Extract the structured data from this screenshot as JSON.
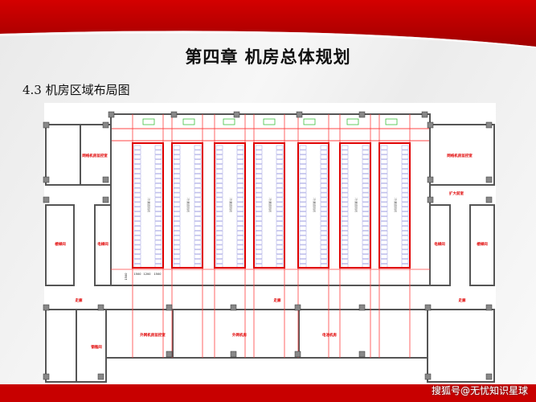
{
  "slide": {
    "chapter_title": "第四章   机房总体规划",
    "section_title": "4.3 机房区域布局图",
    "watermark": "搜狐号@无忧知识星球"
  },
  "colors": {
    "brand_red": "#c80000",
    "rack_outline": "#e00000",
    "rack_unit": "#9a9ae0",
    "wall": "#555555",
    "door": "#00b0d0",
    "grid_line": "#ff4040",
    "ac_unit": "#40c040"
  },
  "plan": {
    "rooms": {
      "top_left": "网络机房监控室",
      "top_right": "网络机房监控室",
      "left_stair": "楼梯间",
      "left_elevator": "电梯间",
      "right_lobby": "扩大前室",
      "right_elevator": "电梯间",
      "right_stair": "楼梯间",
      "corridor_left": "走廊",
      "corridor_mid": "走廊",
      "corridor_right": "走廊",
      "bottom_left": "钢瓶间",
      "bottom_1": "外网机房监控室",
      "bottom_2": "外网机房",
      "bottom_3": "电池机房"
    },
    "rack_row_label": "冷通道封闭",
    "rack_group_count": 7,
    "dimensions": [
      "1500",
      "1200",
      "1500",
      "1500"
    ]
  }
}
